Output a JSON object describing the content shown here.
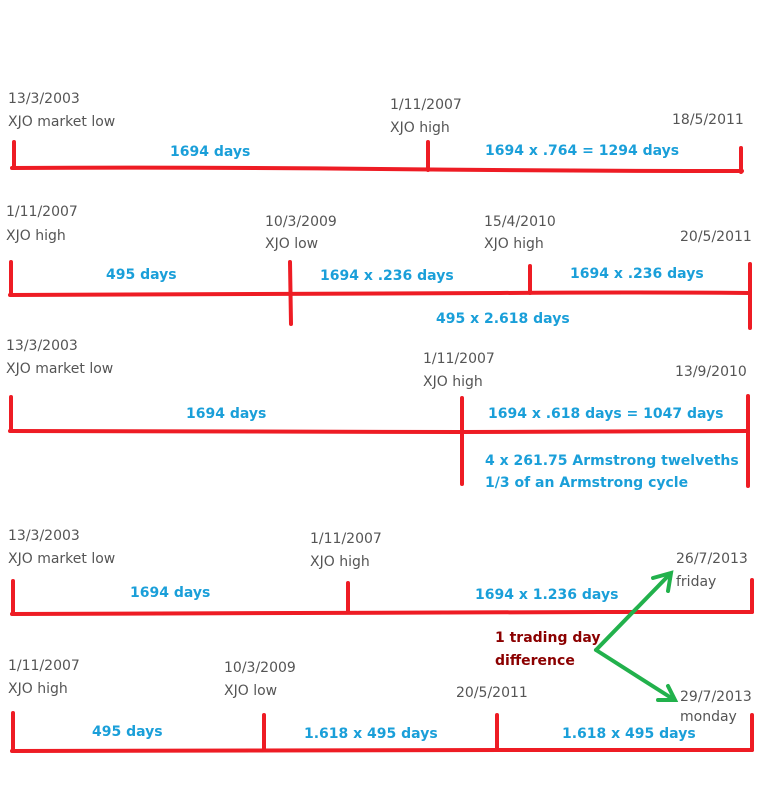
{
  "title": "",
  "colors": {
    "line": "#ee1c24",
    "interval_text": "#1a9fd9",
    "label_text": "#555555",
    "note_text": "#8b0000",
    "arrow": "#22b14c"
  },
  "timelines": [
    {
      "events": [
        {
          "date": "13/3/2003",
          "label": "XJO market low"
        },
        {
          "date": "1/11/2007",
          "label": "XJO high"
        },
        {
          "date": "18/5/2011",
          "label": ""
        }
      ],
      "intervals": [
        "1694 days",
        "1694 x .764 = 1294 days"
      ]
    },
    {
      "events": [
        {
          "date": "1/11/2007",
          "label": "XJO high"
        },
        {
          "date": "10/3/2009",
          "label": "XJO low"
        },
        {
          "date": "15/4/2010",
          "label": "XJO high"
        },
        {
          "date": "20/5/2011",
          "label": ""
        }
      ],
      "intervals": [
        "495 days",
        "1694 x .236 days",
        "1694 x .236 days",
        "495 x 2.618 days"
      ]
    },
    {
      "events": [
        {
          "date": "13/3/2003",
          "label": "XJO market low"
        },
        {
          "date": "1/11/2007",
          "label": "XJO high"
        },
        {
          "date": "13/9/2010",
          "label": ""
        }
      ],
      "intervals": [
        "1694 days",
        "1694 x .618 days = 1047 days",
        "4 x 261.75 Armstrong twelveths",
        "1/3 of an Armstrong cycle"
      ]
    },
    {
      "events": [
        {
          "date": "13/3/2003",
          "label": "XJO market low"
        },
        {
          "date": "1/11/2007",
          "label": "XJO high"
        },
        {
          "date": "26/7/2013",
          "label": "friday"
        }
      ],
      "intervals": [
        "1694 days",
        "1694 x 1.236 days"
      ]
    },
    {
      "events": [
        {
          "date": "1/11/2007",
          "label": "XJO high"
        },
        {
          "date": "10/3/2009",
          "label": "XJO low"
        },
        {
          "date": "20/5/2011",
          "label": ""
        },
        {
          "date": "29/7/2013",
          "label": "monday"
        }
      ],
      "intervals": [
        "495 days",
        "1.618 x 495 days",
        "1.618 x 495 days"
      ]
    }
  ],
  "note": {
    "line1": "1 trading day",
    "line2": "difference"
  }
}
